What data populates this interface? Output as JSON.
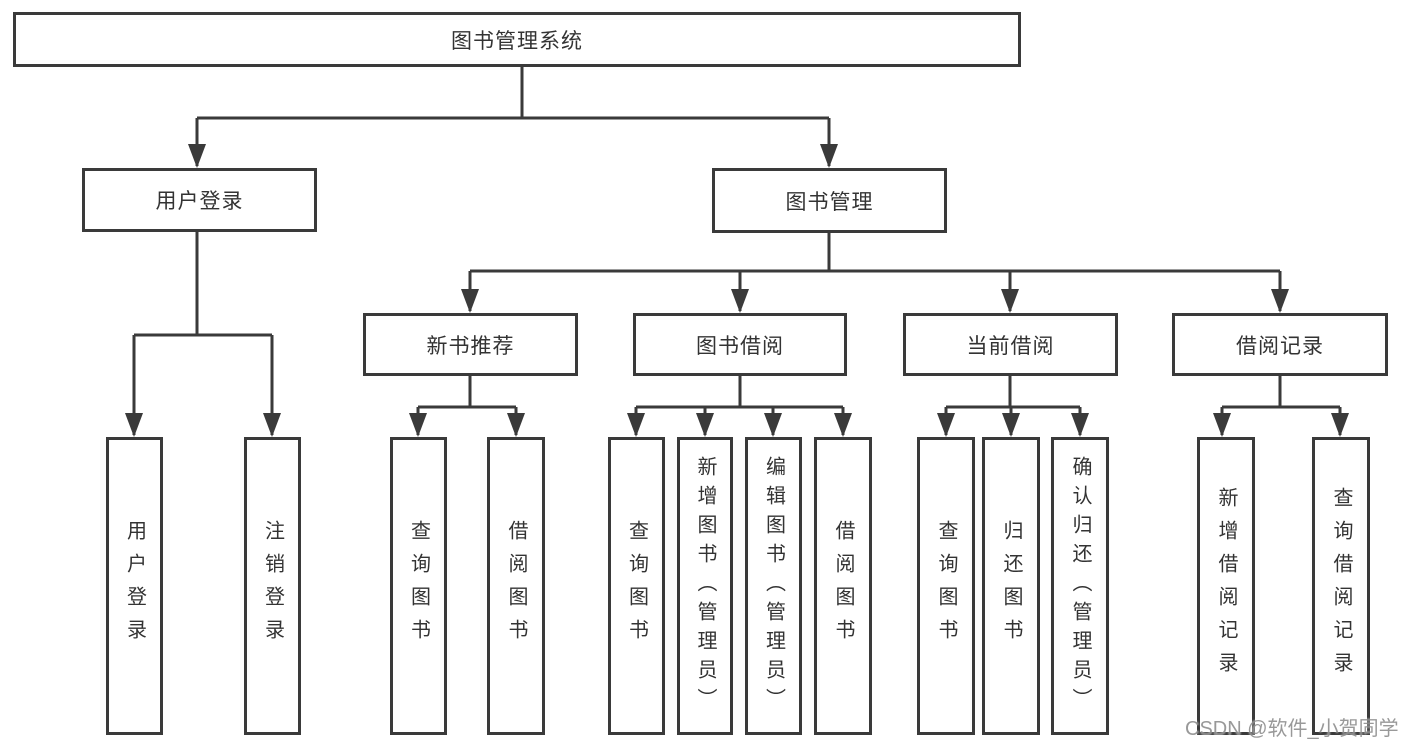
{
  "root": {
    "label": "图书管理系统"
  },
  "branches": {
    "user_login": {
      "label": "用户登录",
      "children": [
        {
          "label": "用户登录"
        },
        {
          "label": "注销登录"
        }
      ]
    },
    "book_management": {
      "label": "图书管理",
      "children": [
        {
          "label": "新书推荐",
          "children": [
            {
              "label": "查询图书"
            },
            {
              "label": "借阅图书"
            }
          ]
        },
        {
          "label": "图书借阅",
          "children": [
            {
              "label": "查询图书"
            },
            {
              "label": "新增图书（管理员）"
            },
            {
              "label": "编辑图书（管理员）"
            },
            {
              "label": "借阅图书"
            }
          ]
        },
        {
          "label": "当前借阅",
          "children": [
            {
              "label": "查询图书"
            },
            {
              "label": "归还图书"
            },
            {
              "label": "确认归还（管理员）"
            }
          ]
        },
        {
          "label": "借阅记录",
          "children": [
            {
              "label": "新增借阅记录"
            },
            {
              "label": "查询借阅记录"
            }
          ]
        }
      ]
    }
  },
  "watermark": "CSDN @软件_小贺同学",
  "colors": {
    "line": "#3a3a3a",
    "text": "#333333",
    "box_fill": "#ffffff",
    "watermark": "#878787",
    "background": "#ffffff"
  }
}
